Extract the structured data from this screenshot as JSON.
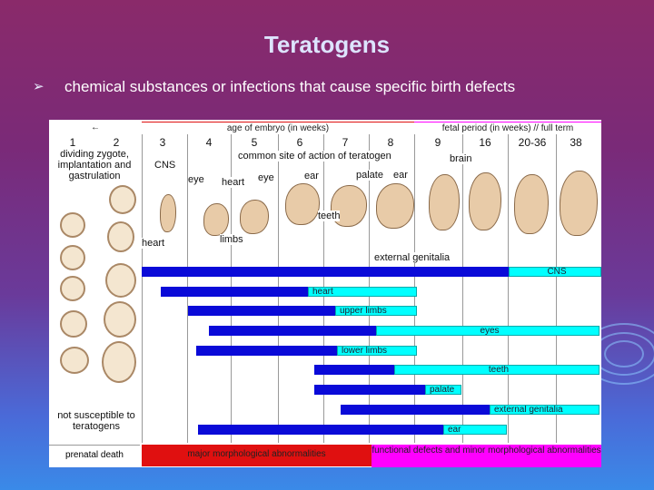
{
  "title": "Teratogens",
  "bullet": "chemical substances or infections that cause specific birth defects",
  "bullet_icon": "arrow-bullet-icon",
  "header": {
    "embryo_label": "age of embryo (in weeks)",
    "fetal_label": "fetal period (in weeks)",
    "full_term_label": "full term"
  },
  "weeks": [
    "1",
    "2",
    "3",
    "4",
    "5",
    "6",
    "7",
    "8",
    "9",
    "16",
    "20-36",
    "38"
  ],
  "early_label": "dividing zygote, implantation and gastrulation",
  "common_site": "common site of action of teratogen",
  "organ_labels": {
    "cns": "CNS",
    "eye1": "eye",
    "heart1": "heart",
    "eye2": "eye",
    "ear1": "ear",
    "palate": "palate",
    "ear2": "ear",
    "brain": "brain",
    "teeth": "teeth",
    "heart2": "heart",
    "limbs": "limbs",
    "external_genitalia": "external genitalia"
  },
  "not_susceptible": "not susceptible to teratogens",
  "bars": [
    {
      "label": "CNS"
    },
    {
      "label": "heart"
    },
    {
      "label": "upper limbs"
    },
    {
      "label": "eyes"
    },
    {
      "label": "lower limbs"
    },
    {
      "label": "teeth"
    },
    {
      "label": "palate"
    },
    {
      "label": "external genitalia"
    },
    {
      "label": "ear"
    }
  ],
  "footer": {
    "prenatal_death": "prenatal death",
    "major": "major morphological abnormalities",
    "functional": "functional defects and minor morphological abnormalities"
  },
  "colors": {
    "high_sensitivity": "#0a0ad8",
    "low_sensitivity": "#00ffff",
    "embryo_period": "#e01010",
    "fetal_period": "#ff00ff"
  }
}
